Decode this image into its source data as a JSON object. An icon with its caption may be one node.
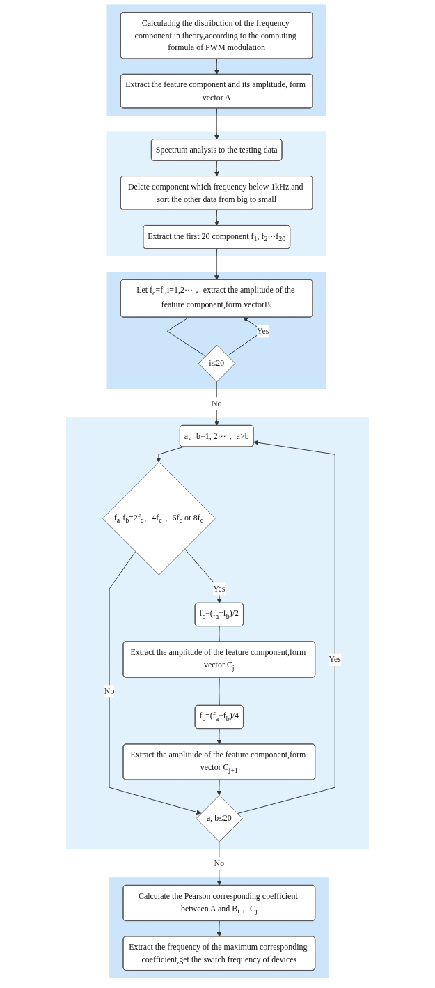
{
  "diagram": {
    "nodes": [
      {
        "text": [],
        "shape": "band"
      },
      {
        "text": [
          "Calculating the distribution of the frequency component in theory,according to the computing formula of PWM modulation"
        ],
        "in": 0
      },
      {
        "text": [
          "Extract the feature component and its amplitude, form vector A"
        ],
        "in": 0
      },
      {
        "text": [],
        "shape": "band"
      },
      {
        "text": [
          "Spectrum analysis to the testing data"
        ],
        "in": 3
      },
      {
        "text": [
          "Delete component which frequency below 1kHz,and sort the other data from big to small"
        ],
        "in": 3
      },
      {
        "text": [
          "Extract the first 20 component f$_{1}$, f$_{2}$···f$_{20}$"
        ],
        "in": 3
      },
      {
        "text": [],
        "shape": "band"
      },
      {
        "text": [
          "Let f$_{c}$=f$_{i}$,i=1,2···， extract the amplitude of the feature component,form vectorB$_{i}$"
        ],
        "in": 7
      },
      {
        "text": [
          "i≤20"
        ],
        "in": 7
      },
      {
        "text": [],
        "shape": "band"
      },
      {
        "text": [
          "a、b=1, 2···， a>b"
        ],
        "in": 10
      },
      {
        "text": [
          "f$_{a}$-f$_{b}$=2f$_{c}$、4f$_{c}$ 、6f$_{c}$ or 8f$_{c}$"
        ],
        "in": 10
      },
      {
        "text": [
          "f$_{c}$=(f$_{a}$+f$_{b}$)/2"
        ],
        "in": 10
      },
      {
        "text": [
          "Extract the amplitude of the feature component,form vector C$_{j}$"
        ],
        "in": 10
      },
      {
        "text": [
          "f$_{c}$=(f$_{a}$+f$_{b}$)/4"
        ],
        "in": 10
      },
      {
        "text": [
          "Extract the amplitude of the feature component,form vector C$_{j+1}$"
        ],
        "in": 10
      },
      {
        "text": [
          "a, b≤20"
        ],
        "in": 10
      },
      {
        "text": [],
        "shape": "band"
      },
      {
        "text": [
          "Calculate the Pearson corresponding coefficient between A and B$_{i}$， C$_{j}$"
        ],
        "in": 18
      },
      {
        "text": [
          "Extract the frequency of the maximum corresponding coefficient,get the switch frequency of devices"
        ],
        "in": 18
      }
    ],
    "edges": [
      {
        "from": 1,
        "to": 2,
        "arrow": "to"
      },
      {
        "from": 2,
        "to": 4,
        "arrow": "to"
      },
      {
        "from": 4,
        "to": 5,
        "arrow": "to"
      },
      {
        "from": 5,
        "to": 6,
        "arrow": "to"
      },
      {
        "from": 6,
        "to": 8,
        "arrow": "to"
      },
      {
        "from": 8,
        "to": 9,
        "arrow": "none"
      },
      {
        "from": 9,
        "to": 8,
        "arrow": "to",
        "label": "Yes"
      },
      {
        "from": 9,
        "to": 11,
        "arrow": "to",
        "label": "No"
      },
      {
        "from": 11,
        "to": 12,
        "arrow": "to"
      },
      {
        "from": 12,
        "to": 13,
        "arrow": "to",
        "label": "Yes"
      },
      {
        "from": 12,
        "to": 17,
        "arrow": "to",
        "label": "No"
      },
      {
        "from": 13,
        "to": 14,
        "arrow": "none"
      },
      {
        "from": 14,
        "to": 15,
        "arrow": "none"
      },
      {
        "from": 15,
        "to": 16,
        "arrow": "to"
      },
      {
        "from": 16,
        "to": 17,
        "arrow": "to"
      },
      {
        "from": 17,
        "to": 11,
        "arrow": "to",
        "label": "Yes"
      },
      {
        "from": 17,
        "to": 19,
        "arrow": "to",
        "label": "No"
      },
      {
        "from": 19,
        "to": 20,
        "arrow": "to"
      }
    ]
  }
}
